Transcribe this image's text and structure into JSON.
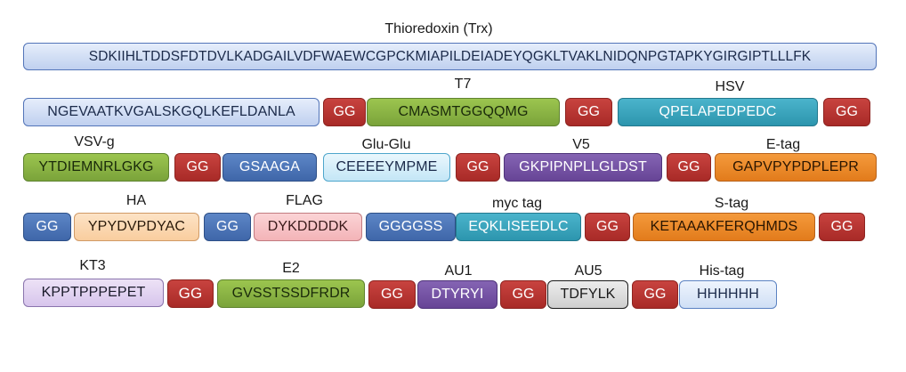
{
  "labels": {
    "trx": "Thioredoxin (Trx)",
    "t7": "T7",
    "hsv": "HSV",
    "vsvg": "VSV-g",
    "glu": "Glu-Glu",
    "v5": "V5",
    "etag": "E-tag",
    "ha": "HA",
    "flag": "FLAG",
    "myc": "myc tag",
    "stag": "S-tag",
    "kt3": "KT3",
    "e2": "E2",
    "au1": "AU1",
    "au5": "AU5",
    "his": "His-tag"
  },
  "segments": {
    "trx_main": "SDKIIHLTDDSFDTDVLKADGAILVDFWAEWCGPCKMIAPILDEIADEYQGKLTVAKLNIDQNPGTAPKYGIRGIPTLLLFK",
    "trx_cont": "NGEVAATKVGALSKGQLKEFLDANLA",
    "linker1": "GG",
    "t7": "CMASMTGGQQMG",
    "linker2": "GG",
    "hsv": "QPELAPEDPEDC",
    "linker3": "GG",
    "vsvg": "YTDIEMNRLGKG",
    "linker4": "GG",
    "gsaaga": "GSAAGA",
    "glu": "CEEEEYMPME",
    "linker5": "GG",
    "v5": "GKPIPNPLLGLDST",
    "linker6": "GG",
    "etag": "GAPVPYPDPLEPR",
    "linker7": "GG",
    "ha": "YPYDVPDYAC",
    "linker8": "GG",
    "flag": "DYKDDDDK",
    "ggggss": "GGGGSS",
    "myc": "EQKLISEEDLC",
    "linker9": "GG",
    "stag": "KETAAAKFERQHMDS",
    "linker10": "GG",
    "kt3": "KPPTPPPEPET",
    "linker11": "GG",
    "e2": "GVSSTSSDFRDR",
    "linker12": "GG",
    "au1": "DTYRYI",
    "linker13": "GG",
    "au5": "TDFYLK",
    "linker14": "GG",
    "his": "HHHHHH"
  },
  "colors": {
    "blue": "#bfd0ef",
    "red": "#b5302c",
    "green": "#8ab445",
    "teal": "#35a3bc",
    "dark_blue": "#4a73b5",
    "cyan": "#d6eef9",
    "purple": "#7453a3",
    "orange": "#ea8a2a",
    "peach": "#fbd8b2",
    "pink": "#f7c3c6",
    "lavender": "#e2d3f1",
    "gray": "#dddddd",
    "light_blue": "#dde8f8"
  }
}
